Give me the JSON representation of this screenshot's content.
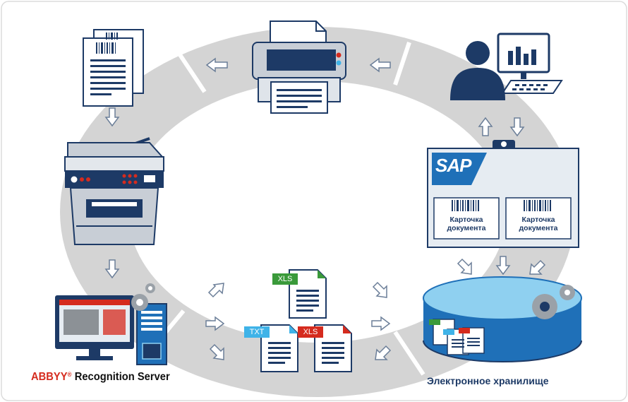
{
  "labels": {
    "recognition_brand": "ABBYY",
    "recognition_reg": "®",
    "recognition_rest": " Recognition Server",
    "storage": "Электронное хранилище",
    "card_line1": "Карточка",
    "card_line2": "документа",
    "sap": "SAP",
    "xls": "XLS",
    "txt": "TXT"
  },
  "nodes": [
    {
      "id": "printed-documents",
      "icon": "barcoded-documents-icon"
    },
    {
      "id": "printer",
      "icon": "printer-icon"
    },
    {
      "id": "user-workstation",
      "icon": "user-at-computer-icon"
    },
    {
      "id": "mfp-scanner",
      "icon": "multifunction-scanner-icon"
    },
    {
      "id": "sap-system",
      "icon": "sap-board-icon"
    },
    {
      "id": "recognition-server",
      "icon": "server-workstation-icon"
    },
    {
      "id": "output-files",
      "icon": "file-formats-icon"
    },
    {
      "id": "electronic-storage",
      "icon": "database-disk-icon"
    }
  ],
  "colors": {
    "ring": "#d4d4d4",
    "navy": "#1d3a66",
    "blue": "#1f70b8",
    "light_blue": "#8fd0f0",
    "panel": "#e6ecf2",
    "red": "#d52b1e",
    "green": "#3a9a3a"
  }
}
